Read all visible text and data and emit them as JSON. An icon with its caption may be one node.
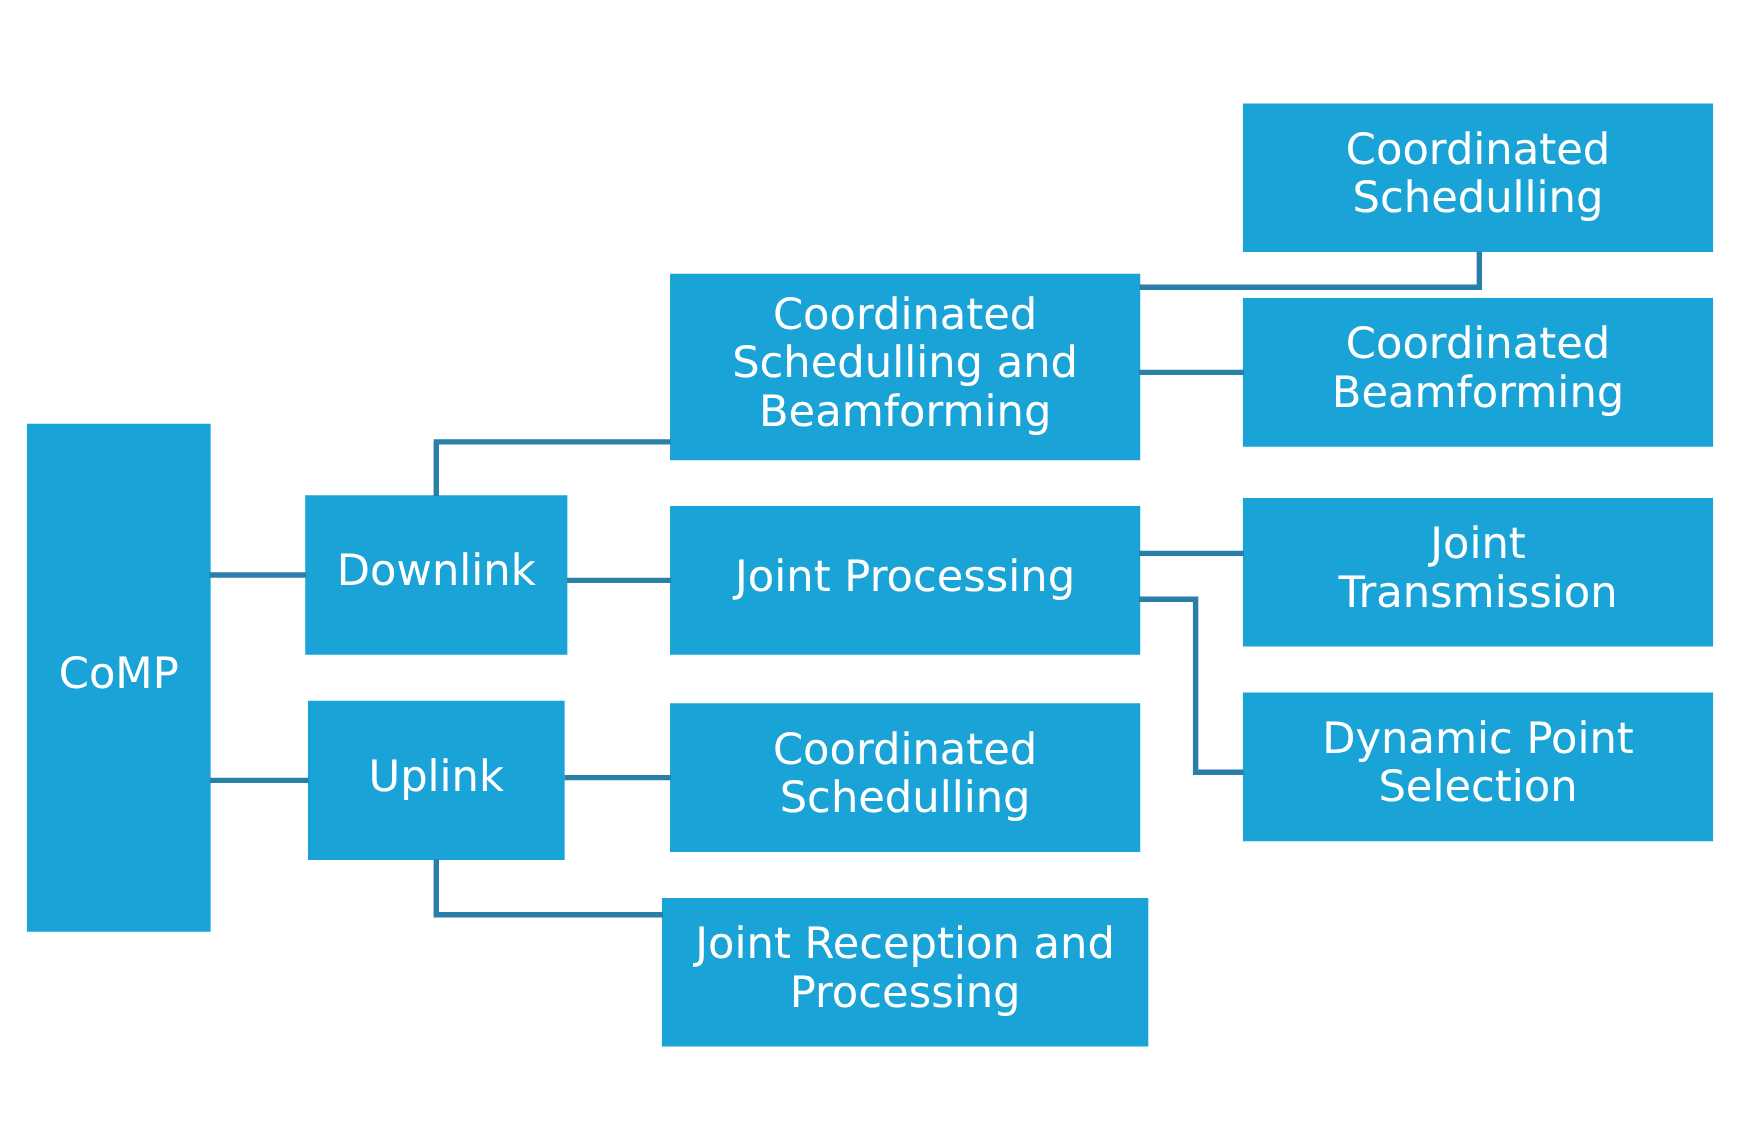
{
  "diagram": {
    "nodes": [
      {
        "text": [
          "CoMP"
        ]
      },
      {
        "text": [
          "Downlink"
        ]
      },
      {
        "text": [
          "Coordinated Schedulling and Beamforming"
        ]
      },
      {
        "text": [
          "Coordinated Schedulling"
        ]
      },
      {
        "text": [
          "Coordinated Beamforming"
        ]
      },
      {
        "text": [
          "Joint Processing"
        ]
      },
      {
        "text": [
          "Joint Transmission"
        ]
      },
      {
        "text": [
          "Dynamic Point Selection"
        ]
      },
      {
        "text": [
          "Uplink"
        ]
      },
      {
        "text": [
          "Coordinated Schedulling"
        ]
      },
      {
        "text": [
          "Joint Reception and Processing"
        ]
      }
    ],
    "edges": [
      {
        "from": 0,
        "to": 1,
        "arrow": "none"
      },
      {
        "from": 0,
        "to": 8,
        "arrow": "none"
      },
      {
        "from": 1,
        "to": 2,
        "arrow": "none"
      },
      {
        "from": 1,
        "to": 5,
        "arrow": "none"
      },
      {
        "from": 2,
        "to": 3,
        "arrow": "none"
      },
      {
        "from": 2,
        "to": 4,
        "arrow": "none"
      },
      {
        "from": 5,
        "to": 6,
        "arrow": "none"
      },
      {
        "from": 5,
        "to": 7,
        "arrow": "none"
      },
      {
        "from": 8,
        "to": 9,
        "arrow": "none"
      },
      {
        "from": 8,
        "to": 10,
        "arrow": "none"
      }
    ]
  }
}
